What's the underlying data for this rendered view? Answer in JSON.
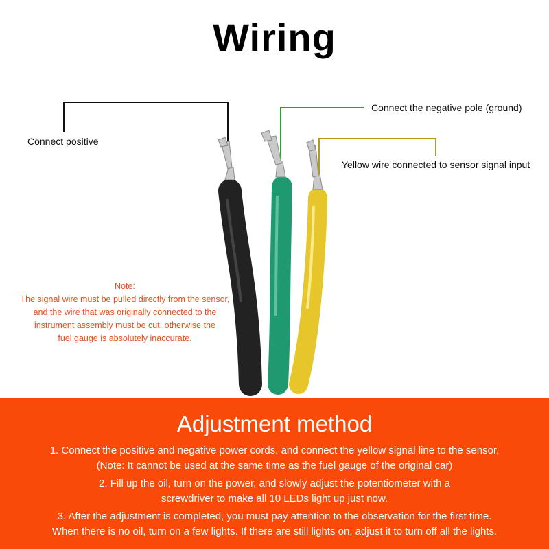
{
  "title": "Wiring",
  "labels": {
    "positive": "Connect positive",
    "negative": "Connect the negative pole (ground)",
    "signal": "Yellow wire connected to sensor signal input"
  },
  "note": {
    "heading": "Note:",
    "lines": [
      "The signal wire must be pulled directly from the sensor,",
      "and the wire that was originally connected to the",
      "instrument assembly must be cut, otherwise the",
      "fuel gauge is absolutely inaccurate."
    ]
  },
  "wire_colors": {
    "black": "#222222",
    "green": "#1f9a70",
    "yellow": "#e6c62a",
    "leader_black": "#111111",
    "leader_green": "#2e9a3a",
    "leader_yellow": "#b59a1a"
  },
  "adjustment": {
    "title": "Adjustment method",
    "background": "#fa4a0a",
    "steps": [
      [
        "1. Connect the positive and negative power cords, and connect the yellow signal line to the sensor,",
        "(Note: It cannot be used at the same time as the fuel gauge of the original car)"
      ],
      [
        "2. Fill up the oil, turn on the power, and slowly adjust the potentiometer with a",
        "screwdriver to make all 10 LEDs light up just now."
      ],
      [
        "3. After the adjustment is completed, you must pay attention to the observation for the first time.",
        "When there is no oil, turn on a few lights. If there are still lights on, adjust it to turn off all the lights."
      ]
    ]
  }
}
